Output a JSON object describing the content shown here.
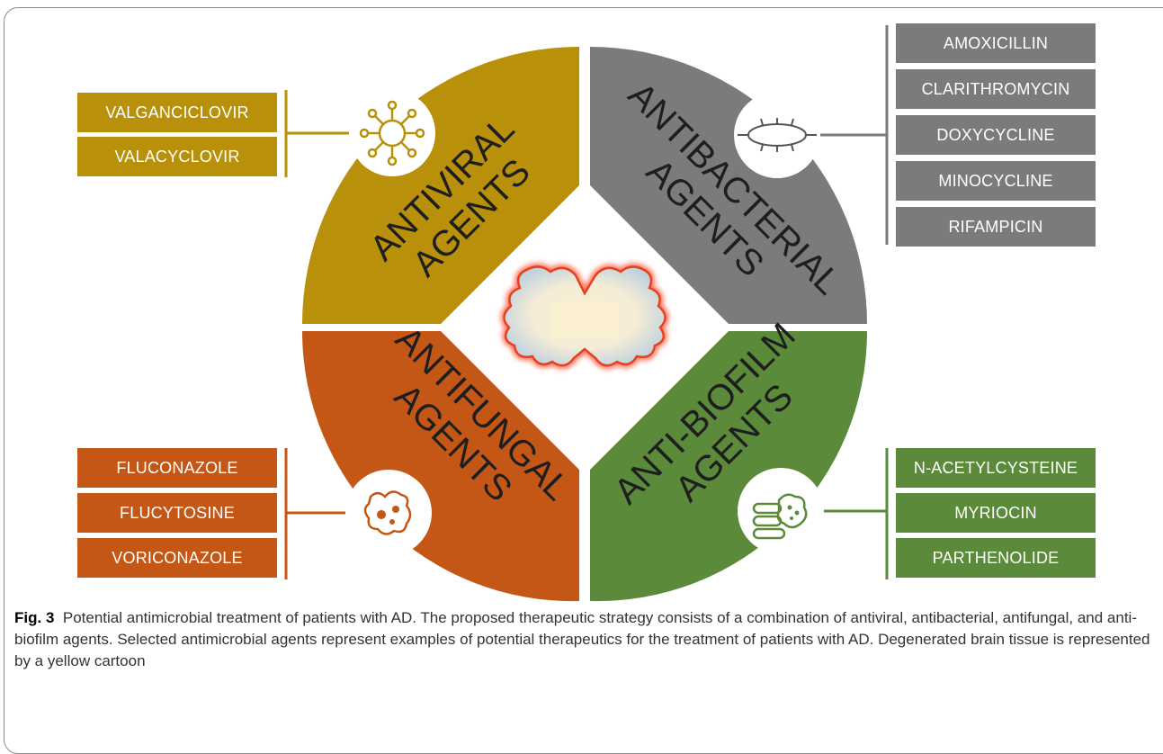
{
  "quadrants": {
    "antiviral": {
      "line1": "ANTIVIRAL",
      "line2": "AGENTS",
      "color": "#b8900a",
      "icon": "virus-icon",
      "drugs": [
        "VALGANCICLOVIR",
        "VALACYCLOVIR"
      ]
    },
    "antibacterial": {
      "line1": "ANTIBACTERIAL",
      "line2": "AGENTS",
      "color": "#7b7b7b",
      "icon": "bacterium-icon",
      "drugs": [
        "AMOXICILLIN",
        "CLARITHROMYCIN",
        "DOXYCYCLINE",
        "MINOCYCLINE",
        "RIFAMPICIN"
      ]
    },
    "antifungal": {
      "line1": "ANTIFUNGAL",
      "line2": "AGENTS",
      "color": "#c45715",
      "icon": "fungal-cell-icon",
      "drugs": [
        "FLUCONAZOLE",
        "FLUCYTOSINE",
        "VORICONAZOLE"
      ]
    },
    "antibiofilm": {
      "line1": "ANTI-BIOFILM",
      "line2": "AGENTS",
      "color": "#5a8a3a",
      "icon": "biofilm-icon",
      "drugs": [
        "N-ACETYLCYSTEINE",
        "MYRIOCIN",
        "PARTHENOLIDE"
      ]
    }
  },
  "center": {
    "icon": "brain-cartoon-icon"
  },
  "caption": {
    "label": "Fig. 3",
    "text": "Potential antimicrobial treatment of patients with AD. The proposed therapeutic strategy consists of a combination of antiviral, antibacterial, antifungal, and anti-biofilm agents. Selected antimicrobial agents represent examples of potential therapeutics for the treatment of patients with AD. Degenerated brain tissue is represented by a yellow cartoon"
  }
}
